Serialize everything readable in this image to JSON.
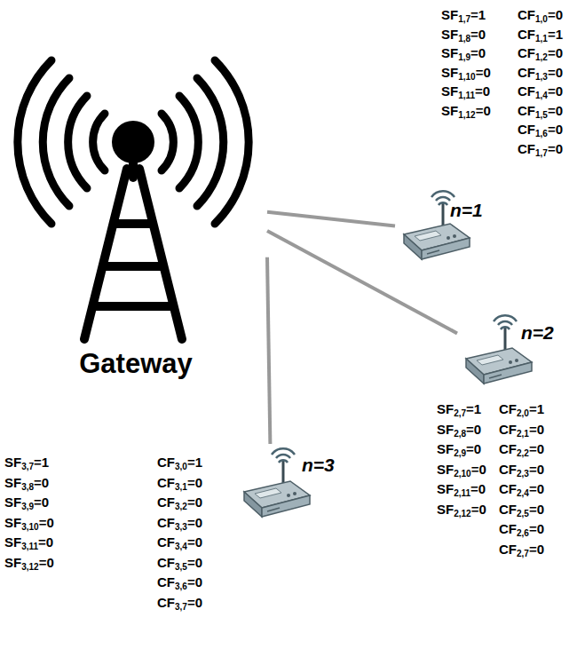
{
  "diagram": {
    "nodes": [
      {
        "text": [
          "Gateway"
        ]
      },
      {
        "text": [
          "n=1"
        ]
      },
      {
        "text": [
          "n=2"
        ]
      },
      {
        "text": [
          "n=3"
        ]
      }
    ],
    "edges": [
      {
        "from": 0,
        "to": 1,
        "arrow": "none"
      },
      {
        "from": 0,
        "to": 2,
        "arrow": "none"
      },
      {
        "from": 0,
        "to": 3,
        "arrow": "none"
      }
    ],
    "labels": [
      "SF1,7=1",
      "SF1,8=0",
      "SF1,9=0",
      "SF1,10=0",
      "SF1,11=0",
      "SF1,12=0",
      "CF1,0=0",
      "CF1,1=1",
      "CF1,2=0",
      "CF1,3=0",
      "CF1,4=0",
      "CF1,5=0",
      "CF1,6=0",
      "CF1,7=0",
      "SF2,7=1",
      "SF2,8=0",
      "SF2,9=0",
      "SF2,10=0",
      "SF2,11=0",
      "SF2,12=0",
      "CF2,0=1",
      "CF2,1=0",
      "CF2,2=0",
      "CF2,3=0",
      "CF2,4=0",
      "CF2,5=0",
      "CF2,6=0",
      "CF2,7=0",
      "SF3,7=1",
      "SF3,8=0",
      "SF3,9=0",
      "SF3,10=0",
      "SF3,11=0",
      "SF3,12=0",
      "CF3,0=1",
      "CF3,1=0",
      "CF3,2=0",
      "CF3,3=0",
      "CF3,4=0",
      "CF3,5=0",
      "CF3,6=0",
      "CF3,7=0"
    ]
  }
}
